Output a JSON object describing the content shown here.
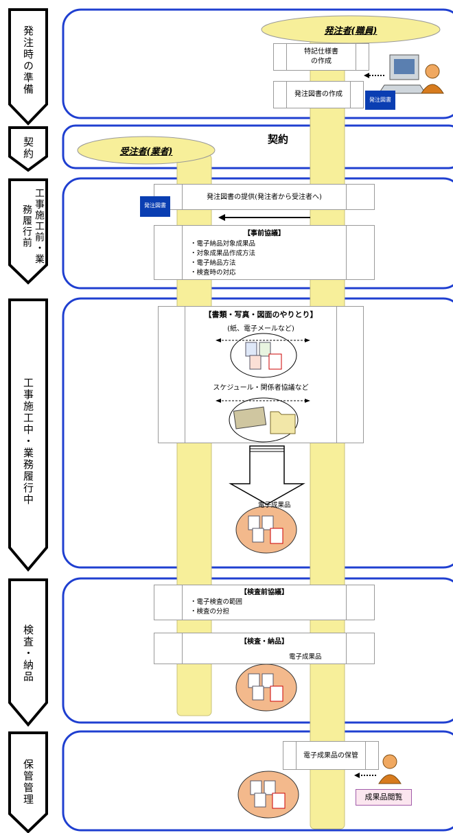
{
  "stages": [
    {
      "label": "発注時の準備"
    },
    {
      "label": "契約"
    },
    {
      "label": "工事施工前・業務履行前"
    },
    {
      "label": "工事施工中・業務履行中"
    },
    {
      "label": "検査・納品"
    },
    {
      "label": "保管管理"
    }
  ],
  "actors": {
    "orderer": "発注者(職員)",
    "contractor": "受注者(業者)"
  },
  "contract_label": "契約",
  "boxes": {
    "spec": "特記仕様書\nの作成",
    "drawing": "発注図書の作成",
    "provide": "発注図書の提供(発注者から受注者へ)",
    "pre_meeting_title": "【事前協議】",
    "pre_meeting_items": [
      "・電子納品対象成果品",
      "・対象成果品作成方法",
      "・電子納品方法",
      "・検査時の対応"
    ],
    "exchange_title": "【書類・写真・図面のやりとり】",
    "exchange_sub": "(紙、電子メールなど)",
    "exchange_sub2": "スケジュール・関係者協議など",
    "deliverable1": "電子成果品",
    "inspect_pre_title": "【検査前協議】",
    "inspect_pre_items": [
      "・電子検査の範囲",
      "・検査の分担"
    ],
    "inspect_title": "【検査・納品】",
    "deliverable2": "電子成果品",
    "storage": "電子成果品の保管",
    "browse": "成果品閲覧"
  },
  "chips": {
    "order_docs": "発注図書",
    "order_docs2": "発注図書"
  },
  "colors": {
    "stage_border": "#1f3fd0",
    "lane": "#f7ef9a",
    "chip": "#0a3eb2",
    "deliverable_circle": "#f3b98c"
  }
}
